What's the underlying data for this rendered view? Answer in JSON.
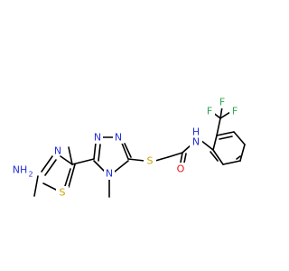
{
  "colors": {
    "carbon_bond": "#000000",
    "nitrogen": "#2330d9",
    "sulfur": "#c8a400",
    "oxygen": "#e8141a",
    "fluorine": "#2ea84e",
    "background": "#ffffff"
  },
  "atoms": {
    "nh2_thiazole": "NH",
    "nh2_subscript": "2",
    "n_thiazole": "N",
    "s_thiazole": "S",
    "n_triazole_1": "N",
    "n_triazole_2": "N",
    "n_triazole_methyl": "N",
    "s_thioether": "S",
    "o_carbonyl": "O",
    "n_amide": "N",
    "h_amide": "H",
    "f1": "F",
    "f2": "F",
    "f3": "F"
  }
}
